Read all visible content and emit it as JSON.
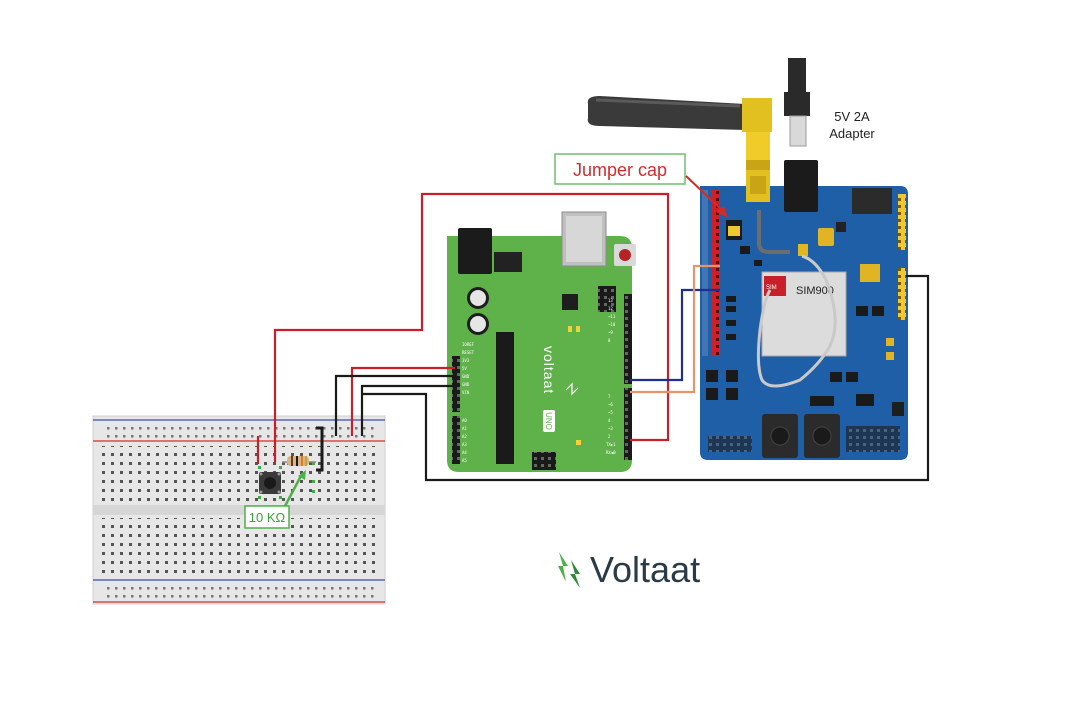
{
  "labels": {
    "jumper_cap": "Jumper cap",
    "adapter_line1": "5V 2A",
    "adapter_line2": "Adapter",
    "resistor": "10 KΩ",
    "sim_module": "SIM900",
    "arduino_brand": "voltaat",
    "arduino_model": "UNO",
    "logo_text": "Voltaat"
  },
  "colors": {
    "arduino_board": "#5fb14a",
    "shield_board": "#1f5fa8",
    "breadboard": "#e9e9e9",
    "wire_red": "#c8202a",
    "wire_black": "#1a1a1a",
    "wire_blue": "#1f2f8f",
    "wire_orange": "#e8946a",
    "annotation_red": "#d22b2b",
    "annotation_green": "#5fb14a",
    "logo_text": "#2a3b47"
  },
  "icons": {
    "logo_mark": "voltaat-lightning-icon",
    "antenna": "antenna-icon",
    "push_button": "push-button-icon",
    "resistor": "resistor-icon"
  }
}
